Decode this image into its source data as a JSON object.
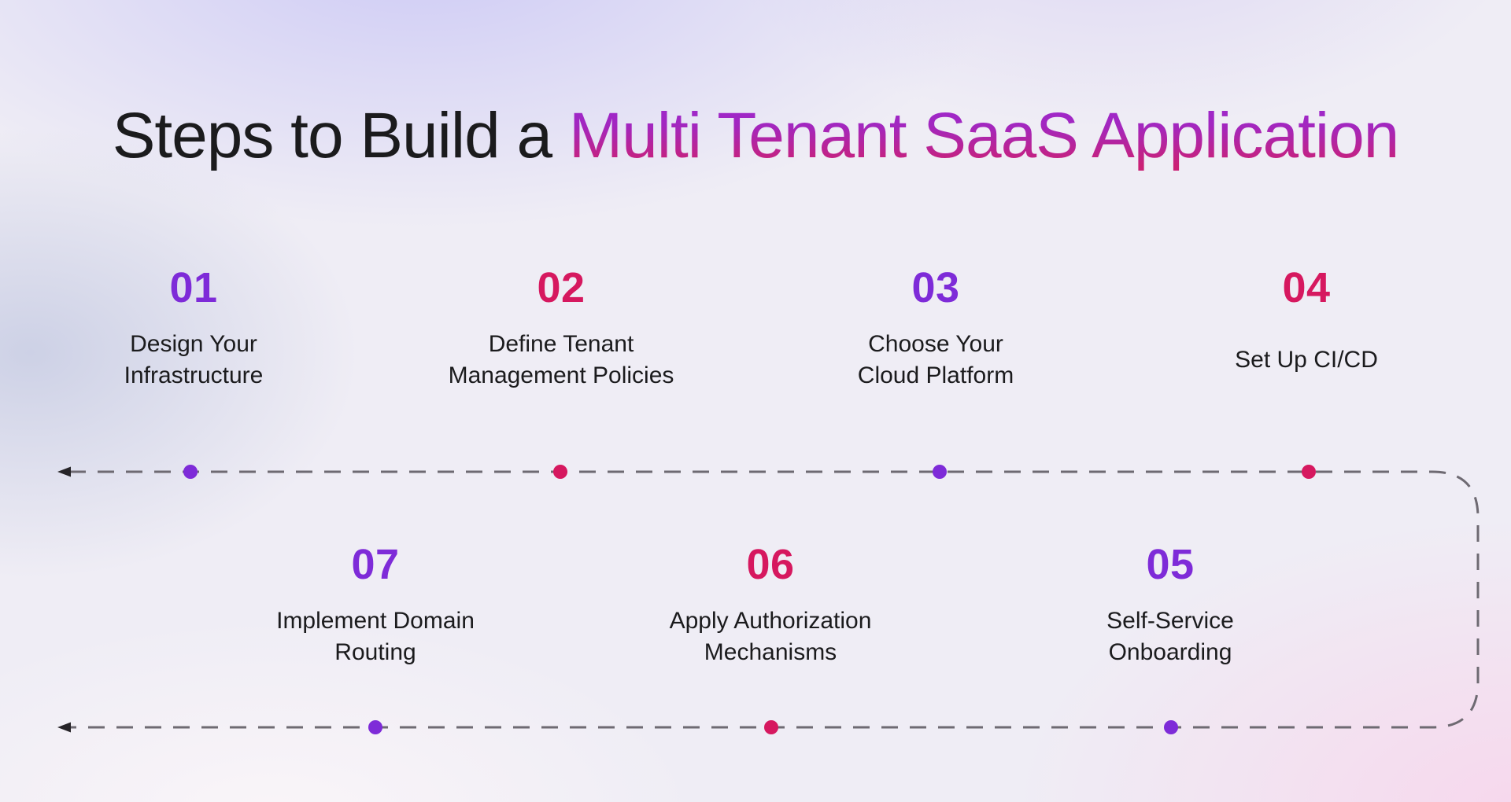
{
  "title": {
    "plain": "Steps to Build a ",
    "highlight": "Multi Tenant SaaS Application"
  },
  "colors": {
    "purple": "#7e2bd8",
    "pink": "#d6185f",
    "title_gradient_top": "#9d28cf",
    "title_gradient_bottom": "#cb2175",
    "dash_line": "#6e6a72",
    "body_text": "#1b1b1d"
  },
  "steps": [
    {
      "number": "01",
      "label": "Design Your\nInfrastructure",
      "color": "purple"
    },
    {
      "number": "02",
      "label": "Define Tenant\nManagement Policies",
      "color": "pink"
    },
    {
      "number": "03",
      "label": "Choose Your\nCloud Platform",
      "color": "purple"
    },
    {
      "number": "04",
      "label": "Set Up CI/CD",
      "color": "pink"
    },
    {
      "number": "05",
      "label": "Self-Service\nOnboarding",
      "color": "purple"
    },
    {
      "number": "06",
      "label": "Apply Authorization\nMechanisms",
      "color": "pink"
    },
    {
      "number": "07",
      "label": "Implement Domain\nRouting",
      "color": "purple"
    }
  ]
}
